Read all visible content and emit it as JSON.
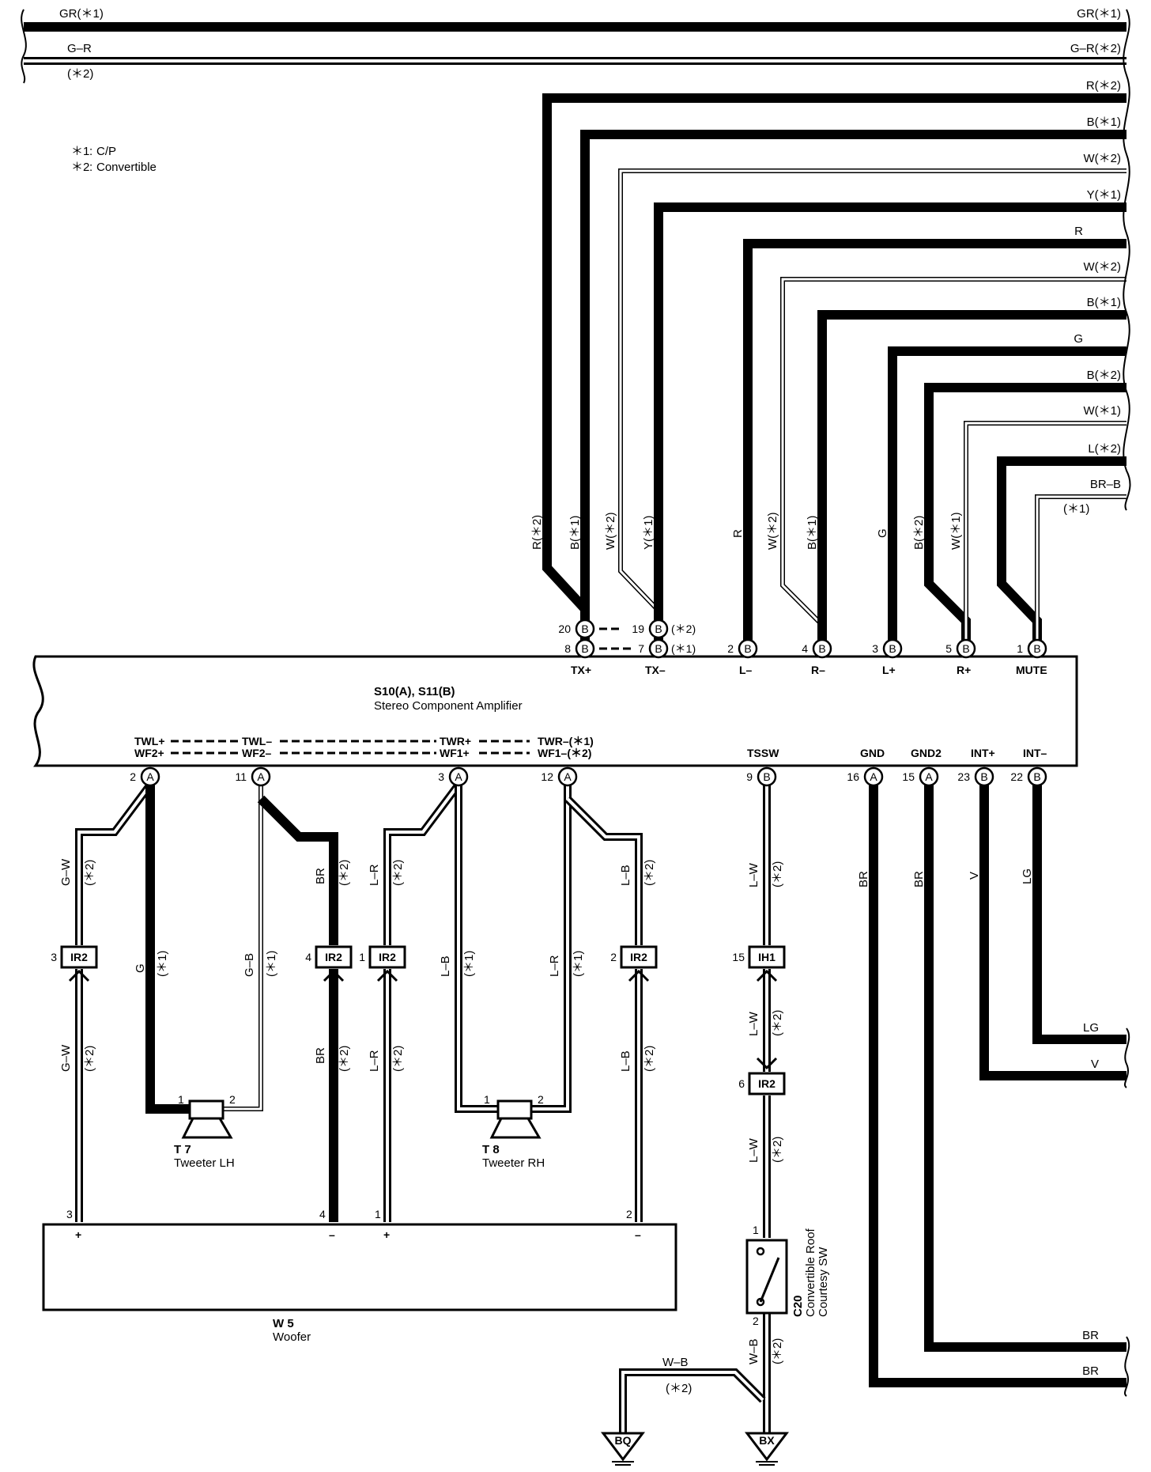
{
  "notes": [
    {
      "key": "＊1",
      "value": "C/P"
    },
    {
      "key": "＊2",
      "value": "Convertible"
    }
  ],
  "top_wires": [
    {
      "left": "GR(＊1)",
      "right": "GR(＊1)"
    },
    {
      "left": "G–R",
      "left_sub": "(＊2)",
      "right": "G–R(＊2)"
    }
  ],
  "right_wires": [
    {
      "right": "R(＊2)",
      "vertical": "R(＊2)",
      "style": "thick"
    },
    {
      "right": "B(＊1)",
      "vertical": "B(＊1)",
      "style": "thick"
    },
    {
      "right": "W(＊2)",
      "vertical": "W(＊2)",
      "style": "thin"
    },
    {
      "right": "Y(＊1)",
      "vertical": "Y(＊1)",
      "style": "thick"
    },
    {
      "right": "R",
      "vertical": "R",
      "style": "thick"
    },
    {
      "right": "W(＊2)",
      "vertical": "W(＊2)",
      "style": "thin"
    },
    {
      "right": "B(＊1)",
      "vertical": "B(＊1)",
      "style": "thick"
    },
    {
      "right": "G",
      "vertical": "G",
      "style": "thick"
    },
    {
      "right": "B(＊2)",
      "vertical": "B(＊2)",
      "style": "thick"
    },
    {
      "right": "W(＊1)",
      "vertical": "W(＊1)",
      "style": "thin"
    },
    {
      "right": "L(＊2)",
      "vertical": "",
      "style": "thick"
    },
    {
      "right": "BR–B",
      "right_sub": "(＊1)",
      "vertical": "",
      "style": "thin"
    }
  ],
  "amplifier": {
    "title": "S10(A), S11(B)",
    "subtitle": "Stereo Component Amplifier",
    "top_pins": [
      {
        "pin": "20",
        "conn": "B",
        "extra": "19",
        "extra_conn": "B",
        "note": "(＊2)"
      },
      {
        "pin": "8",
        "conn": "B",
        "extra": "7",
        "extra_conn": "B",
        "note": "(＊1)"
      },
      {
        "pin": "2",
        "conn": "B",
        "label": "L–"
      },
      {
        "pin": "4",
        "conn": "B",
        "label": "R–"
      },
      {
        "pin": "3",
        "conn": "B",
        "label": "L+"
      },
      {
        "pin": "5",
        "conn": "B",
        "label": "R+"
      },
      {
        "pin": "1",
        "conn": "B",
        "label": "MUTE"
      }
    ],
    "top_labels": {
      "txp": "TX+",
      "txm": "TX–"
    },
    "bottom_labels": {
      "twlp": "TWL+",
      "wf2p": "WF2+",
      "twlm": "TWL–",
      "wf2m": "WF2–",
      "twrp": "TWR+",
      "wf1p": "WF1+",
      "twrm": "TWR–(＊1)",
      "wf1m": "WF1–(＊2)",
      "tssw": "TSSW",
      "gnd": "GND",
      "gnd2": "GND2",
      "intp": "INT+",
      "intm": "INT–"
    },
    "bottom_pins": [
      {
        "pin": "2",
        "conn": "A"
      },
      {
        "pin": "11",
        "conn": "A"
      },
      {
        "pin": "3",
        "conn": "A"
      },
      {
        "pin": "12",
        "conn": "A"
      },
      {
        "pin": "9",
        "conn": "B"
      },
      {
        "pin": "16",
        "conn": "A"
      },
      {
        "pin": "15",
        "conn": "A"
      },
      {
        "pin": "23",
        "conn": "B"
      },
      {
        "pin": "22",
        "conn": "B"
      }
    ]
  },
  "lower_wires": {
    "gw": "G–W",
    "g": "G",
    "gb": "G–B",
    "br": "BR",
    "lr": "L–R",
    "lb": "L–B",
    "lw": "L–W",
    "v": "V",
    "lg": "LG",
    "wb": "W–B",
    "n1": "(＊1)",
    "n2": "(＊2)"
  },
  "connectors": [
    {
      "pin": "3",
      "name": "IR2"
    },
    {
      "pin": "4",
      "name": "IR2"
    },
    {
      "pin": "1",
      "name": "IR2"
    },
    {
      "pin": "2",
      "name": "IR2"
    },
    {
      "pin": "15",
      "name": "IH1"
    },
    {
      "pin": "6",
      "name": "IR2"
    }
  ],
  "tweeter_lh": {
    "id": "T 7",
    "name": "Tweeter LH",
    "pin1": "1",
    "pin2": "2"
  },
  "tweeter_rh": {
    "id": "T 8",
    "name": "Tweeter RH",
    "pin1": "1",
    "pin2": "2"
  },
  "woofer": {
    "id": "W 5",
    "name": "Woofer",
    "pins": [
      {
        "pin": "3",
        "sign": "+"
      },
      {
        "pin": "4",
        "sign": "–"
      },
      {
        "pin": "1",
        "sign": "+"
      },
      {
        "pin": "2",
        "sign": "–"
      }
    ]
  },
  "switch": {
    "id": "C20",
    "name_line1": "Convertible Roof",
    "name_line2": "Courtesy SW",
    "pin_top": "1",
    "pin_bottom": "2"
  },
  "grounds": [
    {
      "name": "BQ"
    },
    {
      "name": "BX"
    }
  ],
  "right_bottom_wires": [
    "LG",
    "V",
    "BR",
    "BR"
  ]
}
